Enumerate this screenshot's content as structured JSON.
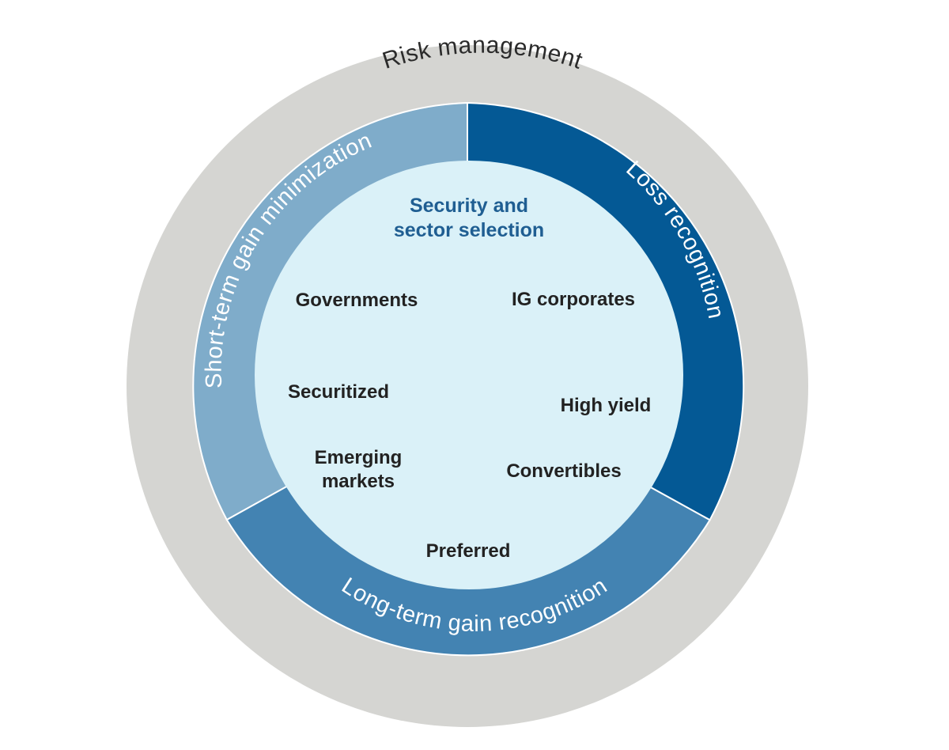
{
  "colors": {
    "outer_ring": "#d5d5d2",
    "short_term": "#7facca",
    "loss": "#045995",
    "long_term": "#4383b2",
    "center": "#daf1f8",
    "center_title": "#1f5e92",
    "sector_text": "#222222"
  },
  "outer_ring": {
    "label": "Risk management"
  },
  "segments": {
    "short_term": {
      "label": "Short-term gain minimization"
    },
    "loss": {
      "label": "Loss recognition"
    },
    "long_term": {
      "label": "Long-term gain recognition"
    }
  },
  "center": {
    "title_line1": "Security and",
    "title_line2": "sector selection",
    "sectors": {
      "governments": "Governments",
      "ig_corporates": "IG corporates",
      "securitized": "Securitized",
      "high_yield": "High yield",
      "emerging_line1": "Emerging",
      "emerging_line2": "markets",
      "convertibles": "Convertibles",
      "preferred": "Preferred"
    }
  }
}
